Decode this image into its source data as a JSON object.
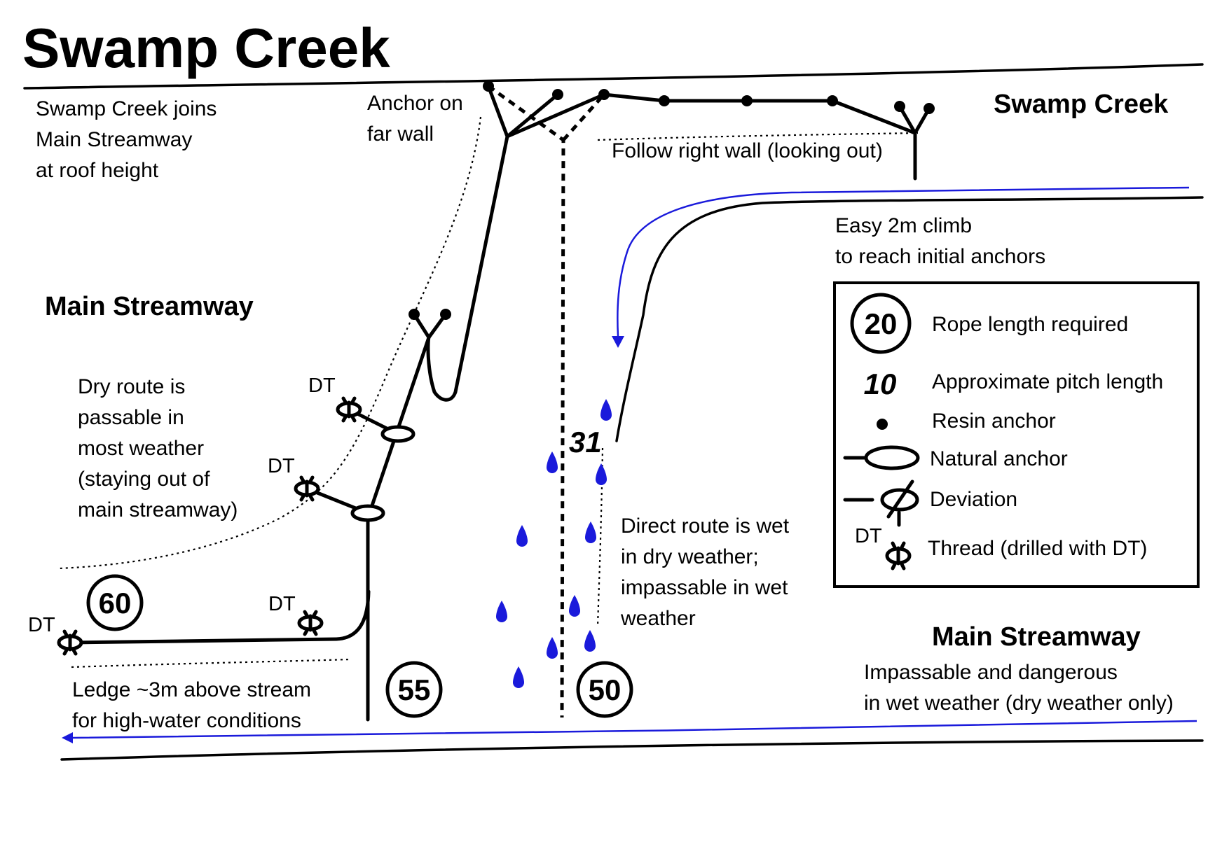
{
  "title": "Swamp Creek",
  "headings": {
    "swamp_creek": "Swamp Creek",
    "main_streamway_upper": "Main Streamway",
    "main_streamway_lower": "Main Streamway"
  },
  "notes": {
    "junction": [
      "Swamp Creek joins",
      "Main Streamway",
      "at roof height"
    ],
    "anchor_far_wall": [
      "Anchor on",
      "far wall"
    ],
    "follow_right_wall": "Follow right wall (looking out)",
    "easy_climb": [
      "Easy 2m climb",
      "to reach initial anchors"
    ],
    "dry_route": [
      "Dry route is",
      "passable in",
      "most weather",
      "(staying out of",
      "main streamway)"
    ],
    "direct_route": [
      "Direct route is wet",
      "in dry weather;",
      "impassable in wet",
      "weather"
    ],
    "ledge": [
      "Ledge ~3m above stream",
      "for high-water conditions"
    ],
    "main_streamway_warning": [
      "Impassable and dangerous",
      "in wet weather (dry weather only)"
    ]
  },
  "thread_label": "DT",
  "rope_lengths": [
    "60",
    "55",
    "50"
  ],
  "pitch_lengths": [
    "31"
  ],
  "legend": {
    "items": [
      {
        "symbol": "20",
        "label": "Rope length required"
      },
      {
        "symbol": "10",
        "label": "Approximate pitch length"
      },
      {
        "symbol": "resin-anchor-icon",
        "label": "Resin anchor"
      },
      {
        "symbol": "natural-anchor-icon",
        "label": "Natural anchor"
      },
      {
        "symbol": "deviation-icon",
        "label": "Deviation"
      },
      {
        "symbol": "DT",
        "label": "Thread (drilled with DT)"
      }
    ]
  },
  "colors": {
    "water": "#1a1adb",
    "ink": "#000000"
  }
}
